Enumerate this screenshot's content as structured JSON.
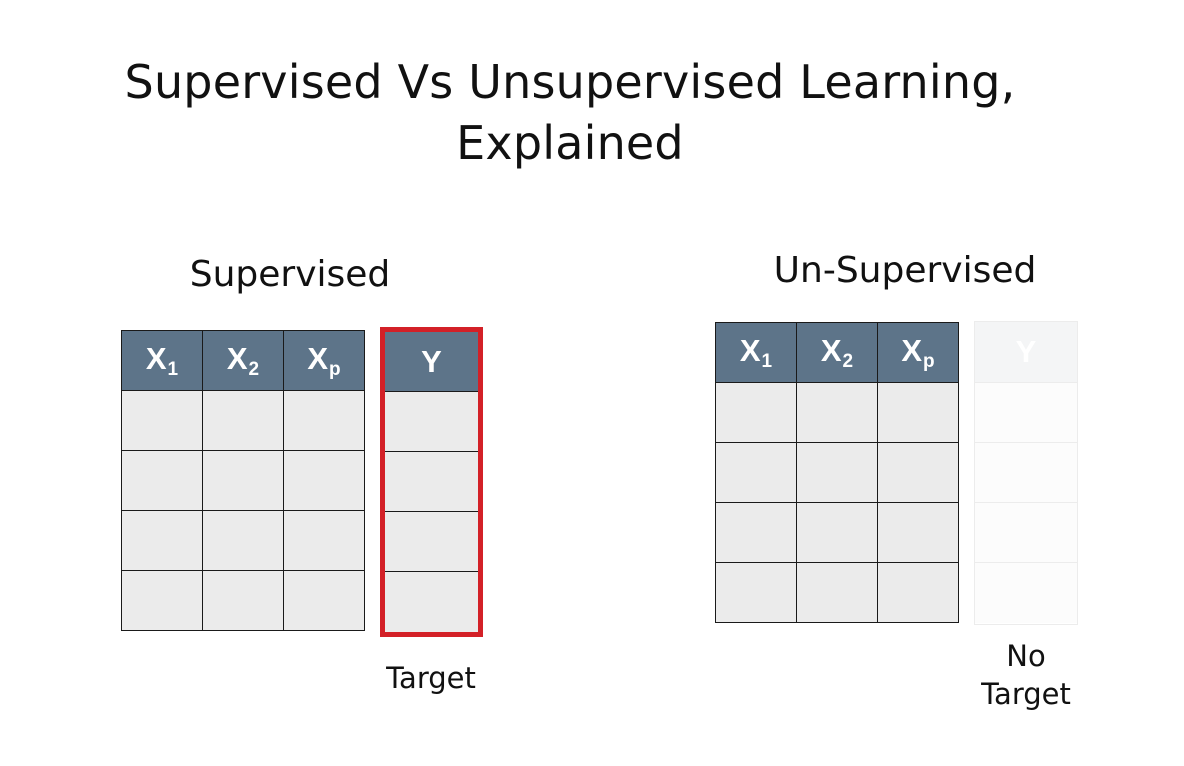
{
  "title": {
    "line1": "Supervised Vs Unsupervised Learning,",
    "line2": "Explained"
  },
  "supervised": {
    "heading": "Supervised",
    "feature_headers": [
      {
        "base": "X",
        "sub": "1"
      },
      {
        "base": "X",
        "sub": "2"
      },
      {
        "base": "X",
        "sub": "p"
      }
    ],
    "target_header": "Y",
    "rows": 4,
    "target_caption": "Target",
    "highlight_color": "#d32027"
  },
  "unsupervised": {
    "heading": "Un-Supervised",
    "feature_headers": [
      {
        "base": "X",
        "sub": "1"
      },
      {
        "base": "X",
        "sub": "2"
      },
      {
        "base": "X",
        "sub": "p"
      }
    ],
    "target_header": "Y",
    "rows": 4,
    "target_caption_line1": "No",
    "target_caption_line2": "Target"
  },
  "colors": {
    "header_fill": "#5d7489",
    "cell_fill": "#ebebeb",
    "faded_fill": "#fcfcfc"
  }
}
